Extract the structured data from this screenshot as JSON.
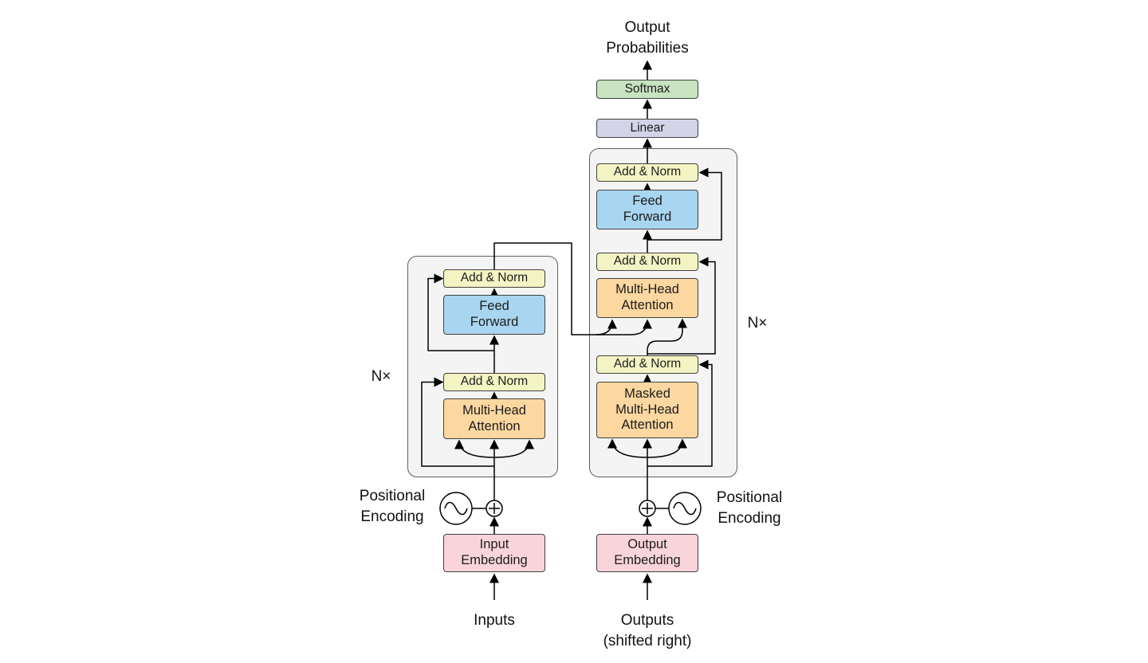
{
  "labels": {
    "output_probabilities": "Output\nProbabilities",
    "inputs": "Inputs",
    "outputs": "Outputs\n(shifted right)",
    "positional_encoding": "Positional\nEncoding",
    "n_times": "N×"
  },
  "boxes": {
    "softmax": "Softmax",
    "linear": "Linear",
    "add_norm": "Add & Norm",
    "feed_forward": "Feed\nForward",
    "multi_head_attention": "Multi-Head\nAttention",
    "masked_multi_head_attention": "Masked\nMulti-Head\nAttention",
    "input_embedding": "Input\nEmbedding",
    "output_embedding": "Output\nEmbedding"
  },
  "colors": {
    "add-norm": "#f3f4c3",
    "feed-forward": "#a8d5f0",
    "attention": "#fcd7a0",
    "softmax": "#c7e3bf",
    "linear": "#d3d4e8",
    "embedding": "#f9d4da",
    "container-fill": "#f4f4f4",
    "container-border": "#5f5f5f",
    "box-border": "#404040",
    "line": "#000000"
  }
}
